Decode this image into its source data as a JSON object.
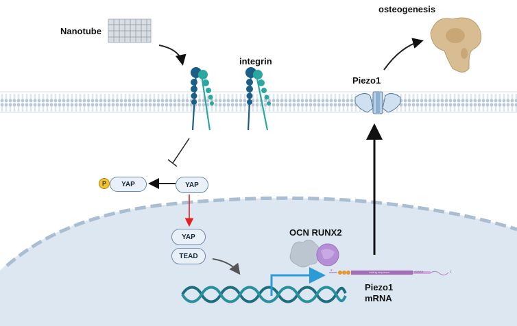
{
  "labels": {
    "nanotube": "Nanotube",
    "integrin": "integrin",
    "piezo1": "Piezo1",
    "osteogenesis": "osteogenesis",
    "ocn_runx2": "OCN RUNX2",
    "piezo1_mrna_line1": "Piezo1",
    "piezo1_mrna_line2": "mRNA",
    "phospho": "P",
    "yap_phospho": "YAP",
    "yap_cytoplasm": "YAP",
    "yap_nucleus": "YAP",
    "tead": "TEAD",
    "mrna_coding": "coding sequence",
    "mrna_polya": "AAAAA",
    "mrna_five": "5'",
    "mrna_three": "3'"
  },
  "colors": {
    "membrane": "#aabdd1",
    "nucleus_fill": "#dde7f1",
    "integrin_dark": "#1b5f86",
    "integrin_teal": "#2aa7a0",
    "yap_pill_border": "#6a88a8",
    "inhibit_arrow": "#e02222",
    "phospho": "#f2c12e",
    "runx2": "#b58fd6",
    "ocn": "#bcc6d1",
    "dna": "#1d6e7e",
    "transcription_arrow": "#2a9bd6",
    "mrna": "#b78bc6",
    "bone": "#d9bd92"
  }
}
